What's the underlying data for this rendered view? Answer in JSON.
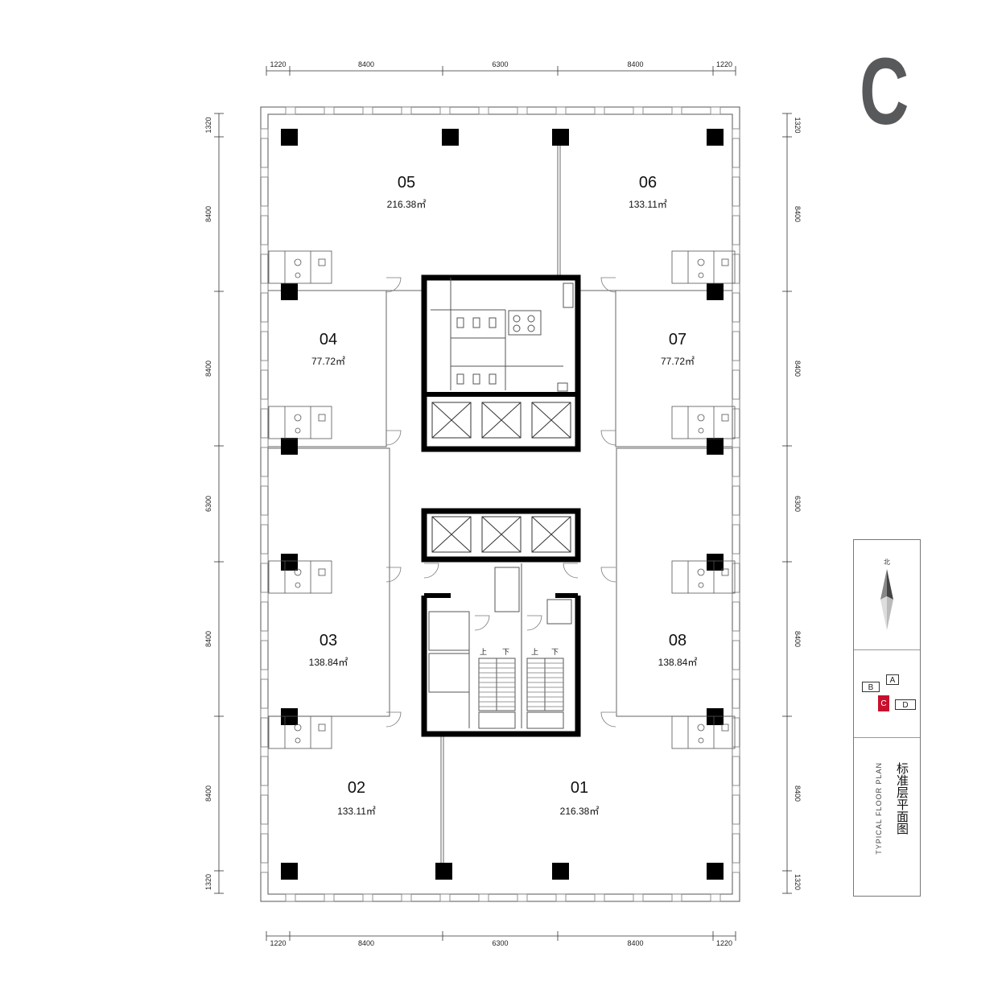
{
  "block_letter": "C",
  "dimensions": {
    "horizontal": [
      "1220",
      "8400",
      "6300",
      "8400",
      "1220"
    ],
    "left_vertical": [
      "1320",
      "8400",
      "8400",
      "6300",
      "8400",
      "8400",
      "1320"
    ],
    "right_vertical": [
      "1320",
      "8400",
      "8400",
      "6300",
      "8400",
      "8400",
      "1320"
    ]
  },
  "units": [
    {
      "id": "05",
      "area": "216.38㎡"
    },
    {
      "id": "06",
      "area": "133.11㎡"
    },
    {
      "id": "04",
      "area": "77.72㎡"
    },
    {
      "id": "07",
      "area": "77.72㎡"
    },
    {
      "id": "03",
      "area": "138.84㎡"
    },
    {
      "id": "08",
      "area": "138.84㎡"
    },
    {
      "id": "02",
      "area": "133.11㎡"
    },
    {
      "id": "01",
      "area": "216.38㎡"
    }
  ],
  "stair_labels": [
    "上",
    "下",
    "上",
    "下"
  ],
  "legend": {
    "north_label": "北",
    "key_buildings": [
      {
        "label": "A",
        "active": false
      },
      {
        "label": "B",
        "active": false
      },
      {
        "label": "C",
        "active": true
      },
      {
        "label": "D",
        "active": false
      }
    ],
    "title_cn": "标准层平面图",
    "title_en": "TYPICAL FLOOR PLAN"
  },
  "colors": {
    "accent": "#c8102e",
    "wall": "#000000",
    "letter": "#58595b"
  }
}
